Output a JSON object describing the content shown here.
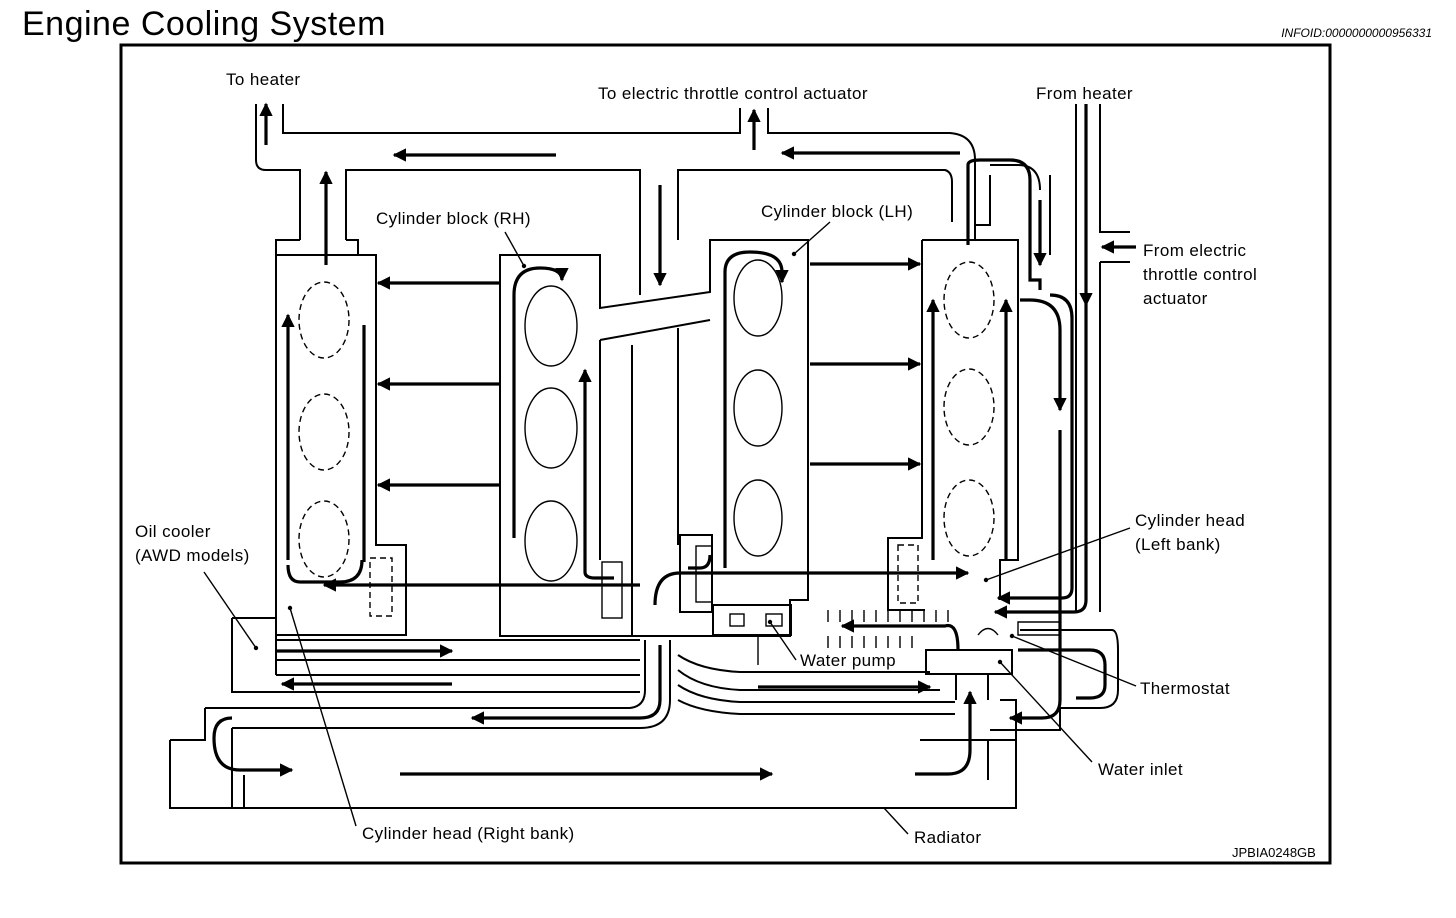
{
  "header": {
    "title": "Engine Cooling System",
    "info_id": "INFOID:0000000000956331"
  },
  "diagram": {
    "figure_code": "JPBIA0248GB",
    "labels": {
      "to_heater": "To heater",
      "to_etc_actuator": "To electric throttle control actuator",
      "from_heater": "From heater",
      "cyl_block_rh": "Cylinder block (RH)",
      "cyl_block_lh": "Cylinder block (LH)",
      "from_etc_line1": "From electric",
      "from_etc_line2": "throttle control",
      "from_etc_line3": "actuator",
      "oil_cooler_line1": "Oil cooler",
      "oil_cooler_line2": "(AWD models)",
      "cyl_head_left_line1": "Cylinder head",
      "cyl_head_left_line2": "(Left bank)",
      "water_pump": "Water pump",
      "thermostat": "Thermostat",
      "water_inlet": "Water inlet",
      "cyl_head_right": "Cylinder head (Right bank)",
      "radiator": "Radiator"
    }
  }
}
